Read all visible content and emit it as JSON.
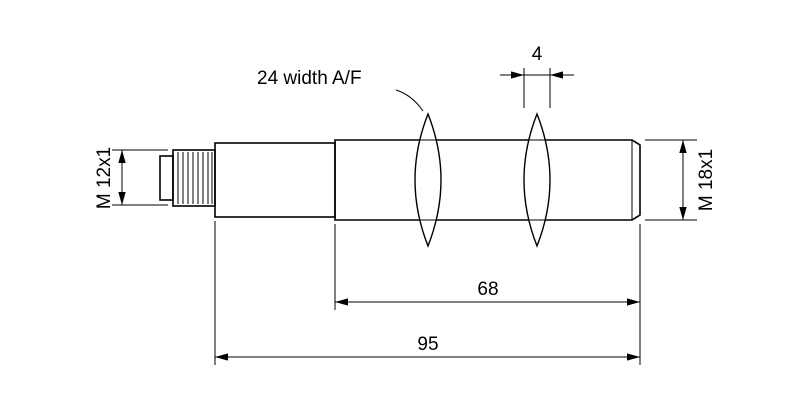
{
  "labels": {
    "left_thread": "M 12x1",
    "right_thread": "M 18x1",
    "nut_width": "4",
    "wrench_size": "24 width A/F",
    "thread_length": "68",
    "overall_length": "95"
  },
  "colors": {
    "line": "#000000",
    "background": "#ffffff"
  }
}
